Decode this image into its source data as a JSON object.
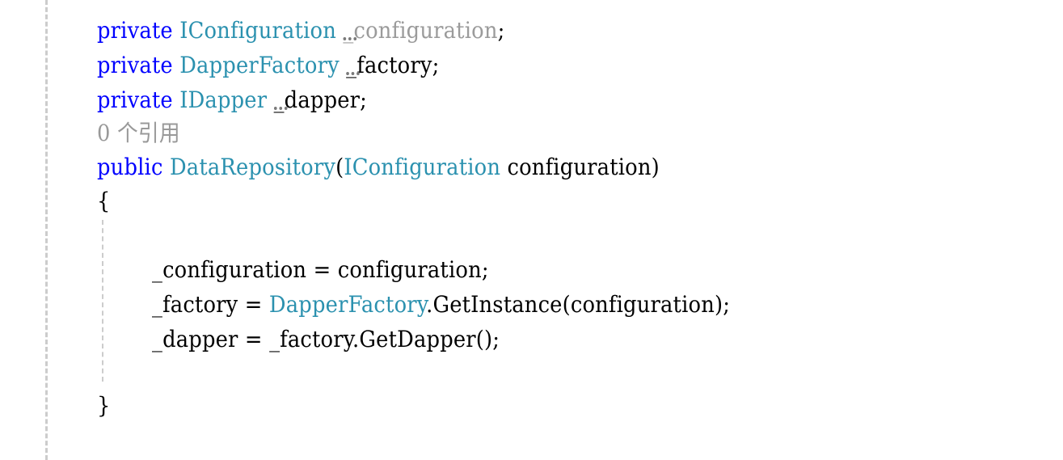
{
  "editor": {
    "colors": {
      "keyword": "#0000ff",
      "type": "#2b91af",
      "identifier": "#000000",
      "unused": "#9b9b9b",
      "codelens": "#999999",
      "guide": "#cccccc",
      "background": "#ffffff"
    },
    "fields": [
      {
        "modifier": "private",
        "type": "IConfiguration",
        "name": "_configuration",
        "terminator": ";",
        "unused": true
      },
      {
        "modifier": "private",
        "type": "DapperFactory",
        "name": "_factory",
        "terminator": ";",
        "unused": false
      },
      {
        "modifier": "private",
        "type": "IDapper",
        "name": "_dapper",
        "terminator": ";",
        "unused": false
      }
    ],
    "codelens": "0 个引用",
    "constructor": {
      "modifier": "public",
      "name": "DataRepository",
      "open_paren": "(",
      "param_type": "IConfiguration",
      "param_name": " configuration)",
      "open_brace": "{",
      "close_brace": "}"
    },
    "body": [
      {
        "lhs": "_configuration = configuration;"
      },
      {
        "lhs": "_factory = ",
        "type": "DapperFactory",
        "rest": ".GetInstance(configuration);"
      },
      {
        "lhs": "_dapper = _factory.GetDapper();"
      }
    ]
  }
}
